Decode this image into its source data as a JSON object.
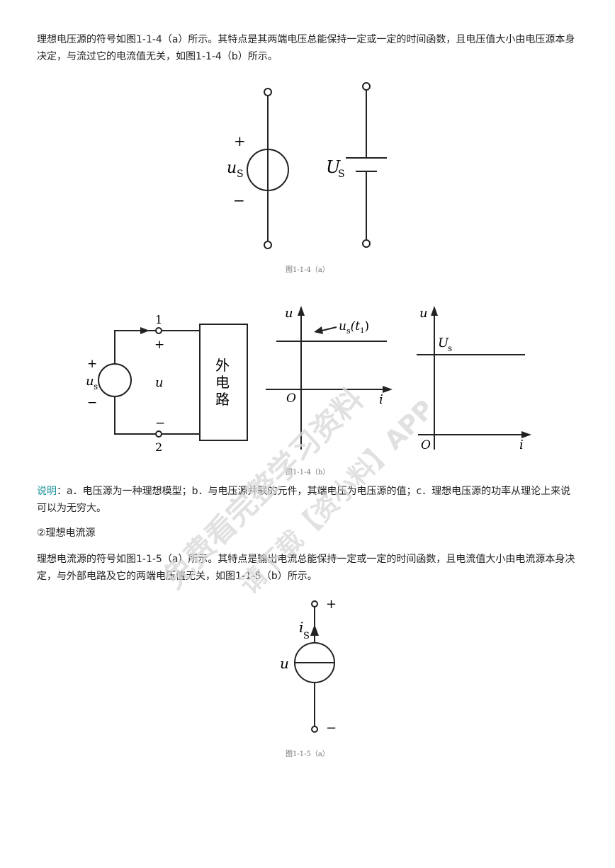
{
  "paragraph1": "理想电压源的符号如图1-1-4（a）所示。其特点是其两端电压总能保持一定或一定的时间函数，且电压值大小由电压源本身决定，与流过它的电流值无关，如图1-1-4（b）所示。",
  "fig_a": {
    "caption": "图1-1-4（a）",
    "plus": "+",
    "minus": "−",
    "u": "u",
    "u_sub": "S",
    "U": "U",
    "U_sub": "S"
  },
  "fig_b": {
    "caption": "图1-1-4（b）",
    "node1": "1",
    "node2": "2",
    "plus": "+",
    "minus": "−",
    "u": "u",
    "u_sub": "s",
    "box_text": [
      "外",
      "电",
      "路"
    ],
    "graph1": {
      "y_axis": "u",
      "x_axis": "i",
      "origin": "O",
      "curve_label": "u",
      "curve_sub": "s",
      "curve_arg": "(t",
      "curve_arg_sub": "1",
      "curve_close": ")"
    },
    "graph2": {
      "y_axis": "u",
      "x_axis": "i",
      "origin": "O",
      "curve_label": "U",
      "curve_sub": "s"
    }
  },
  "note": {
    "label": "说明",
    "text": "：a．电压源为一种理想模型；b．与电压源并联的元件，其端电压为电压源的值；c．理想电压源的功率从理论上来说可以为无穷大。"
  },
  "heading2": "②理想电流源",
  "paragraph2": "理想电流源的符号如图1-1-5（a）所示。其特点是输出电流总能保持一定或一定的时间函数，且电流值大小由电流源本身决定，与外部电路及它的两端电压值无关，如图1-1-5（b）所示。",
  "fig_c": {
    "caption": "图1-1-5（a）",
    "plus": "+",
    "minus": "−",
    "i": "i",
    "i_sub": "S",
    "u": "u"
  },
  "watermark": {
    "line1": "免费看完整学习资料",
    "line2": "请下载【资小料】APP",
    "color": "#d8d8d8"
  }
}
